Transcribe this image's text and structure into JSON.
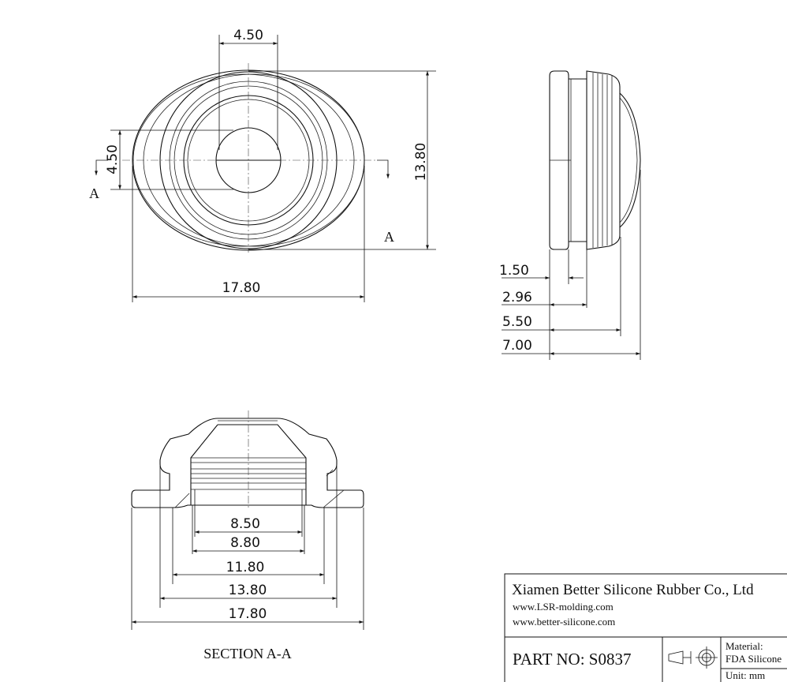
{
  "front_view": {
    "dims": {
      "top_width": "4.50",
      "left_height": "4.50",
      "right_height": "13.80",
      "bottom_width": "17.80"
    },
    "section_marks": [
      "A",
      "A"
    ]
  },
  "side_view": {
    "dims": [
      "1.50",
      "2.96",
      "5.50",
      "7.00"
    ]
  },
  "section_view": {
    "dims": [
      "8.50",
      "8.80",
      "11.80",
      "13.80",
      "17.80"
    ],
    "label": "SECTION A-A"
  },
  "title_block": {
    "company": "Xiamen Better Silicone Rubber Co., Ltd",
    "website1": "www.LSR-molding.com",
    "website2": "www.better-silicone.com",
    "part_no": "PART NO: S0837",
    "material_label": "Material:",
    "material_value": "FDA Silicone",
    "unit": "Unit: mm"
  }
}
